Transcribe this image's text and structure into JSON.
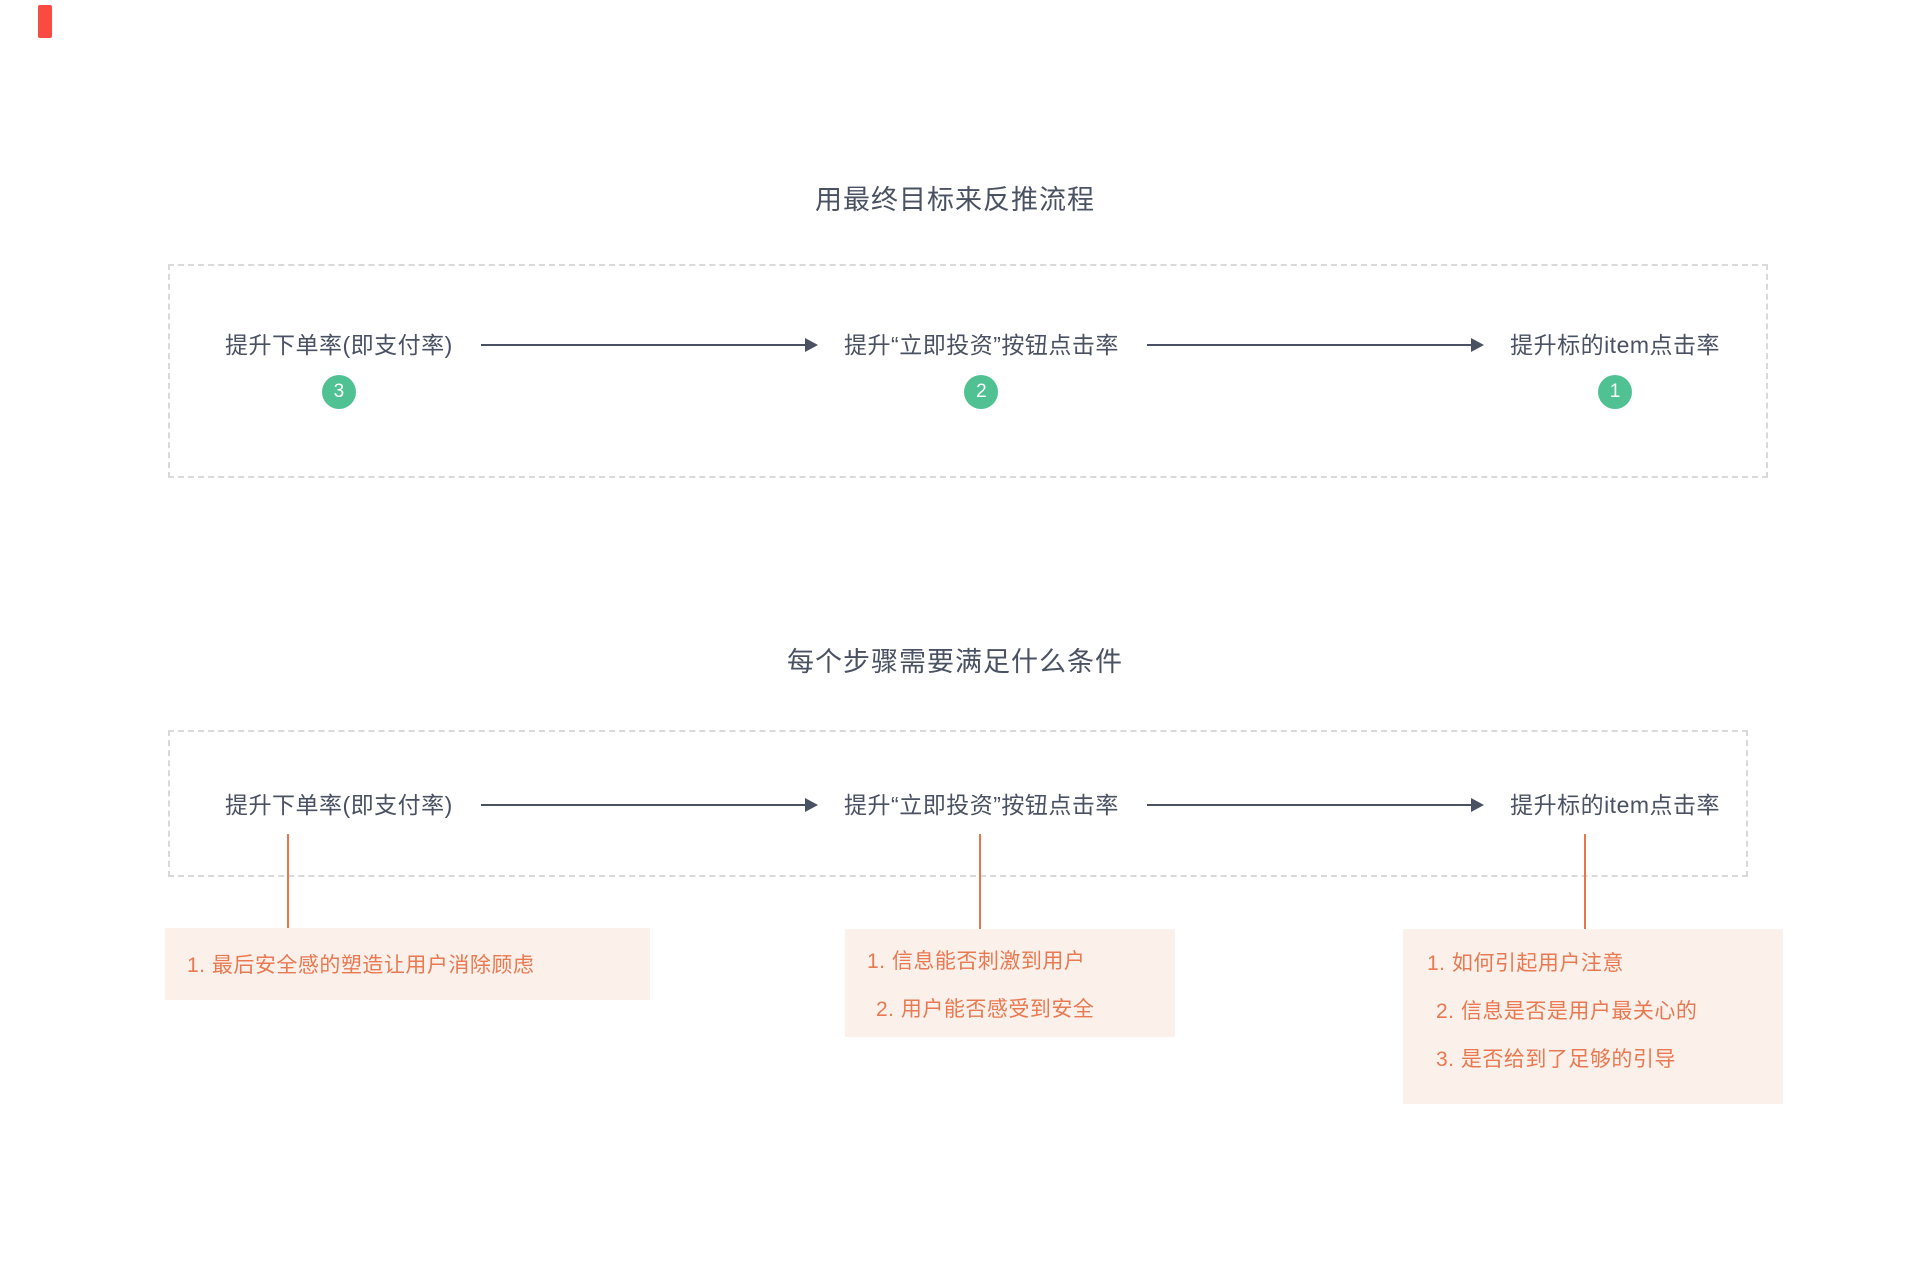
{
  "colors": {
    "accent_green": "#50c193",
    "accent_orange": "#e8764b",
    "note_background": "#fcf0eb",
    "text_dark": "#4a5162",
    "dashed_border": "#d9d9d9",
    "marker_red": "#fa4b42"
  },
  "section1": {
    "title": "用最终目标来反推流程",
    "steps": [
      {
        "label": "提升下单率(即支付率)",
        "badge": "3"
      },
      {
        "label": "提升“立即投资”按钮点击率",
        "badge": "2"
      },
      {
        "label": "提升标的item点击率",
        "badge": "1"
      }
    ]
  },
  "section2": {
    "title": "每个步骤需要满足什么条件",
    "steps": [
      {
        "label": "提升下单率(即支付率)"
      },
      {
        "label": "提升“立即投资”按钮点击率"
      },
      {
        "label": "提升标的item点击率"
      }
    ],
    "notes": [
      {
        "items": [
          "1. 最后安全感的塑造让用户消除顾虑"
        ]
      },
      {
        "items": [
          "1. 信息能否刺激到用户",
          "2. 用户能否感受到安全"
        ]
      },
      {
        "items": [
          "1. 如何引起用户注意",
          "2. 信息是否是用户最关心的",
          "3. 是否给到了足够的引导"
        ]
      }
    ]
  }
}
